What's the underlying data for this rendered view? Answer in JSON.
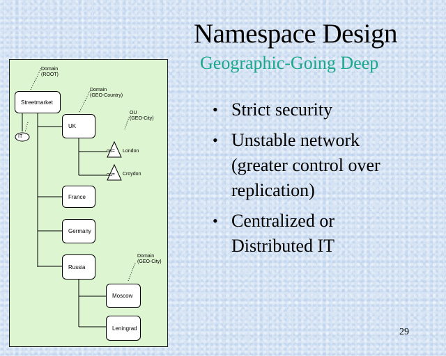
{
  "slide": {
    "title": "Namespace Design",
    "subtitle": "Geographic-Going Deep",
    "page_number": "29"
  },
  "bullets": [
    {
      "line1": "Strict security",
      "line2": "",
      "line3": ""
    },
    {
      "line1": "Unstable network",
      "line2": "(greater control over",
      "line3": "replication)"
    },
    {
      "line1": "Centralized or",
      "line2": "Distributed IT",
      "line3": ""
    }
  ],
  "diagram": {
    "root_tag": {
      "type": "Domain",
      "level": "(ROOT)"
    },
    "country_tag": {
      "type": "Domain",
      "level": "(GEO-Country)"
    },
    "city_ou_tag": {
      "type": "OU",
      "level": "(GEO-City)"
    },
    "city_domain_tag": {
      "type": "Domain",
      "level": "(GEO-City)"
    },
    "nodes": {
      "root": "Streetmarket",
      "it": "IT",
      "uk": "UK",
      "france": "France",
      "germany": "Germany",
      "russia": "Russia",
      "moscow": "Moscow",
      "leningrad": "Leningrad"
    },
    "ous": {
      "london": {
        "marker": "ou=",
        "label": "London"
      },
      "croydon": {
        "marker": "ou=",
        "label": "Croydon"
      }
    }
  }
}
